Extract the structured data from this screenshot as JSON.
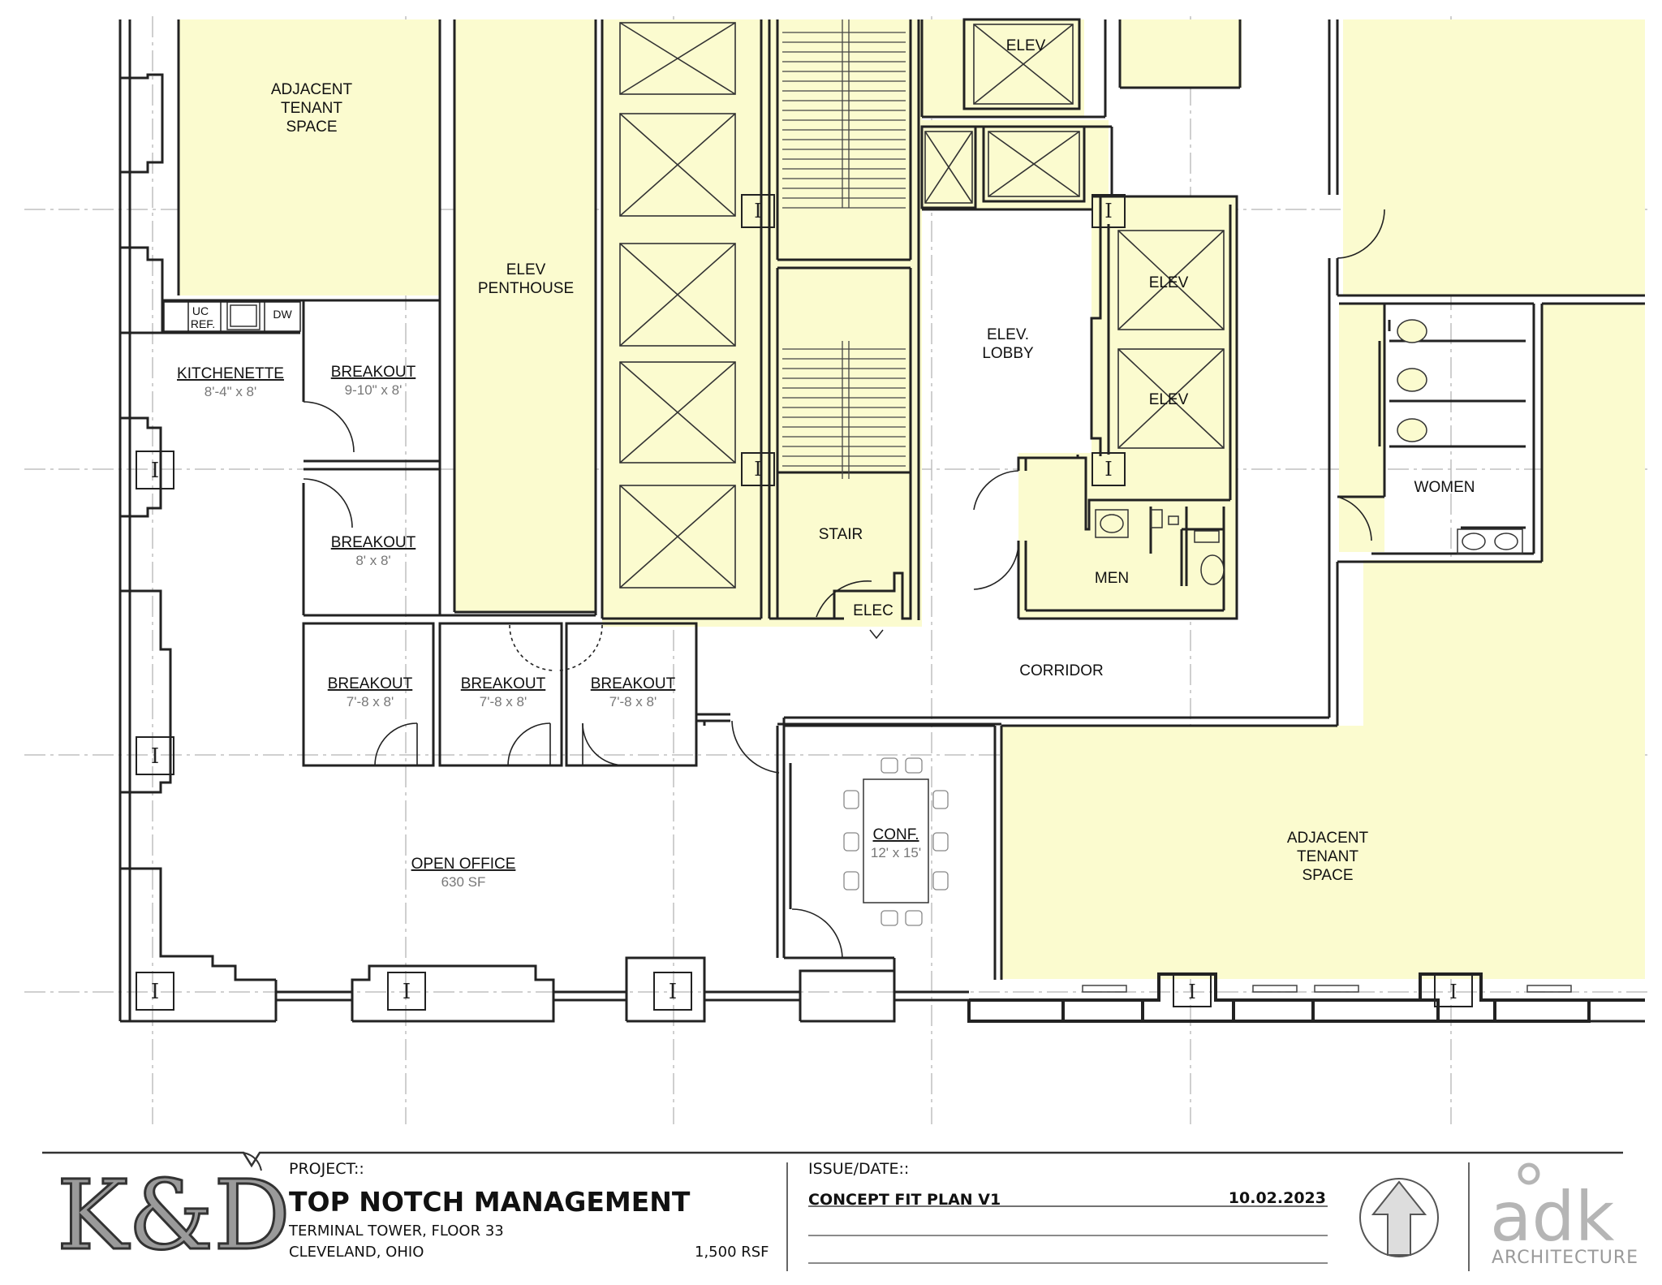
{
  "rooms": {
    "adjacent_tenant_top": [
      "ADJACENT",
      "TENANT",
      "SPACE"
    ],
    "elev_penthouse": [
      "ELEV",
      "PENTHOUSE"
    ],
    "elev_top": "ELEV",
    "elev_1": "ELEV",
    "elev_2": "ELEV",
    "elev_lobby": [
      "ELEV.",
      "LOBBY"
    ],
    "kitchenette": {
      "name": "KITCHENETTE",
      "dim": "8'-4\" x 8'"
    },
    "uc": "UC",
    "ref": "REF.",
    "dw": "DW",
    "breakout_1": {
      "name": "BREAKOUT",
      "dim": "9-10\" x 8'"
    },
    "breakout_2": {
      "name": "BREAKOUT",
      "dim": "8' x 8'"
    },
    "breakout_3": {
      "name": "BREAKOUT",
      "dim": "7'-8 x 8'"
    },
    "breakout_4": {
      "name": "BREAKOUT",
      "dim": "7'-8 x 8'"
    },
    "breakout_5": {
      "name": "BREAKOUT",
      "dim": "7'-8 x 8'"
    },
    "stair": "STAIR",
    "elec": "ELEC",
    "men": "MEN",
    "women": "WOMEN",
    "corridor": "CORRIDOR",
    "open_office": {
      "name": "OPEN OFFICE",
      "dim": "630 SF"
    },
    "conf": {
      "name": "CONF.",
      "dim": "12' x 15'"
    },
    "adjacent_tenant_right": [
      "ADJACENT",
      "TENANT",
      "SPACE"
    ]
  },
  "title_block": {
    "logo_left": "K&D",
    "project_label": "PROJECT::",
    "project_name": "TOP NOTCH MANAGEMENT",
    "project_location_1": "TERMINAL TOWER, FLOOR 33",
    "project_location_2": "CLEVELAND, OHIO",
    "area": "1,500 RSF",
    "issue_label": "ISSUE/DATE::",
    "issue_name": "CONCEPT  FIT PLAN V1",
    "issue_date": "10.02.2023",
    "logo_right": "adk",
    "logo_right_sub": "ARCHITECTURE"
  },
  "colors": {
    "tenant_fill": "#fbfbcf",
    "wall": "#222222",
    "grid": "#b0b0b0"
  },
  "icons": [
    "column-icon",
    "elevator-shaft-icon",
    "north-arrow-icon",
    "toilet-icon",
    "sink-icon",
    "door-swing-icon",
    "chair-icon"
  ]
}
